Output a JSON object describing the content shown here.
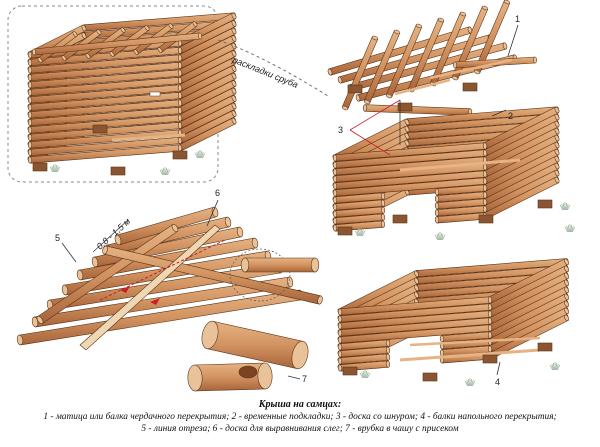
{
  "figure": {
    "title": "Крыша на самцах:",
    "legend_line1": "1 - матица или балка чердачного перекрытия; 2 - временные подкладки; 3 - доска со шнуром; 4 - балки напольного перекрытия;",
    "legend_line2": "5 - линия отреза; 6 - доска для выравнивания слег; 7 - врубка в чашу с присеком"
  },
  "labels": {
    "raskladka": "раскладки сруба",
    "spacing": "0,8 - 1,5 м",
    "n1": "1",
    "n2": "2",
    "n3": "3",
    "n4": "4",
    "n5": "5",
    "n6": "6",
    "n7": "7"
  },
  "colors": {
    "log_fill": "#d9a070",
    "log_dark": "#a8643a",
    "log_end": "#e9c29a",
    "outline": "#5a3418",
    "grass": "#9bb39b",
    "arrow": "#c81e2a"
  }
}
